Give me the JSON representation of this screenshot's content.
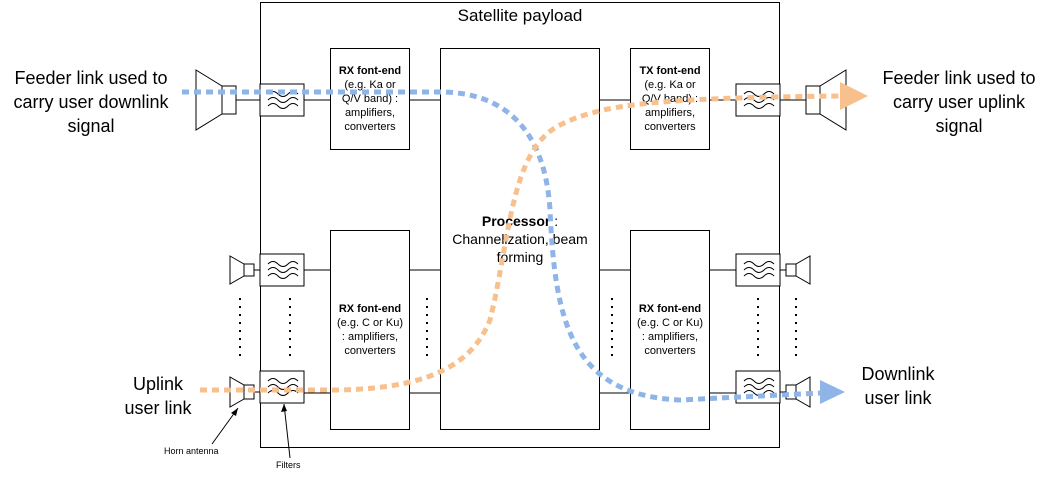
{
  "payload": {
    "title": "Satellite payload"
  },
  "labels": {
    "feeder_down": [
      "Feeder link used to",
      "carry user downlink",
      "signal"
    ],
    "feeder_up": [
      "Feeder link used to",
      "carry user uplink",
      "signal"
    ],
    "uplink_user": [
      "Uplink",
      "user link"
    ],
    "downlink_user": [
      "Downlink",
      "user link"
    ],
    "horn_antenna": "Horn antenna",
    "filters": "Filters"
  },
  "blocks": {
    "rx_top": {
      "title": "RX font-end",
      "lines": [
        "(e.g. Ka or",
        "Q/V band) :",
        "amplifiers,",
        "converters"
      ]
    },
    "tx_top": {
      "title": "TX font-end",
      "lines": [
        "(e.g. Ka or",
        "Q/V band) :",
        "amplifiers,",
        "converters"
      ]
    },
    "rx_bottom_left": {
      "title": "RX font-end",
      "lines": [
        "(e.g. C or Ku)",
        ": amplifiers,",
        "converters"
      ]
    },
    "rx_bottom_right": {
      "title": "RX font-end",
      "lines": [
        "(e.g. C or Ku)",
        ": amplifiers,",
        "converters"
      ]
    },
    "processor": {
      "title": "Processor",
      "title_suffix": " :",
      "lines": [
        "Channelization, beam",
        "forming"
      ]
    }
  },
  "colors": {
    "downlink_path": "#8fb4e8",
    "uplink_path": "#f8c08c",
    "line": "#000000"
  }
}
